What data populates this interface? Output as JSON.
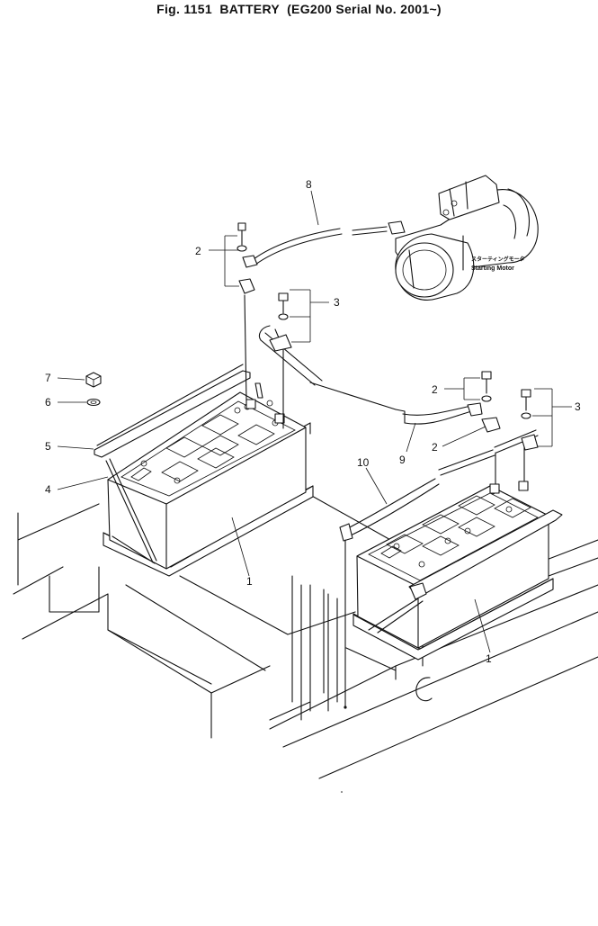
{
  "figure": {
    "title": "Fig. 1151  BATTERY  (EG200 Serial No. 2001~)"
  },
  "starting_motor": {
    "label_jp": "スターティングモータ",
    "label_en": "Starting Motor"
  },
  "callouts": [
    {
      "id": "c8",
      "text": "8"
    },
    {
      "id": "c2a",
      "text": "2"
    },
    {
      "id": "c3a",
      "text": "3"
    },
    {
      "id": "c7",
      "text": "7"
    },
    {
      "id": "c6",
      "text": "6"
    },
    {
      "id": "c5",
      "text": "5"
    },
    {
      "id": "c4",
      "text": "4"
    },
    {
      "id": "c1a",
      "text": "1"
    },
    {
      "id": "c10",
      "text": "10"
    },
    {
      "id": "c2b",
      "text": "2"
    },
    {
      "id": "c2c",
      "text": "2"
    },
    {
      "id": "c3b",
      "text": "3"
    },
    {
      "id": "c9",
      "text": "9"
    },
    {
      "id": "c1b",
      "text": "1"
    }
  ]
}
